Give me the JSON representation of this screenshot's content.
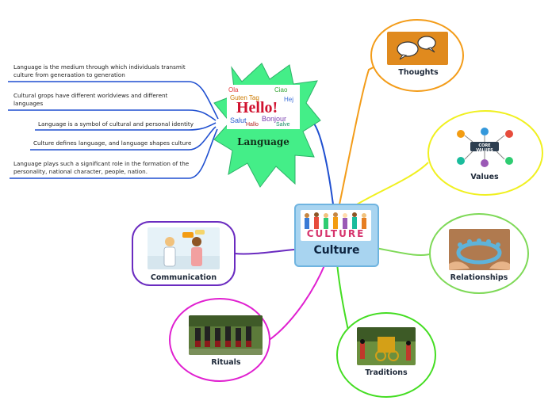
{
  "center": {
    "title": "Culture",
    "picture_word": "CULTURE"
  },
  "language": {
    "title": "Language",
    "cloud": {
      "main": "Hello!",
      "words": [
        "Ola",
        "Guten Tag",
        "Salut",
        "Bonjour",
        "Hallo",
        "Ciao",
        "Hej",
        "Salve"
      ]
    },
    "notes": [
      "Language is the medium through which individuals transmit culture from generaation to generation",
      "Cultural grops have different worldviews and different languages",
      "Language is a symbol of cultural and personal identity",
      "Culture defines language, and language shapes culture",
      "Language plays such a significant role in the formation of the personality, national character, people, nation."
    ]
  },
  "branches": {
    "thoughts": {
      "label": "Thoughts",
      "color": "#f39c19"
    },
    "values": {
      "label": "Values",
      "color": "#f0f020",
      "picture_text": "CORE VALUES"
    },
    "relationships": {
      "label": "Relationships",
      "color": "#7ed957"
    },
    "traditions": {
      "label": "Traditions",
      "color": "#44dd22"
    },
    "rituals": {
      "label": "Rituals",
      "color": "#e020d0"
    },
    "communication": {
      "label": "Communication",
      "color": "#6a2bc0"
    }
  },
  "colors": {
    "language_star": "#44ee88",
    "language_line": "#1f4fd0",
    "center_fill": "#a8d4f0"
  }
}
